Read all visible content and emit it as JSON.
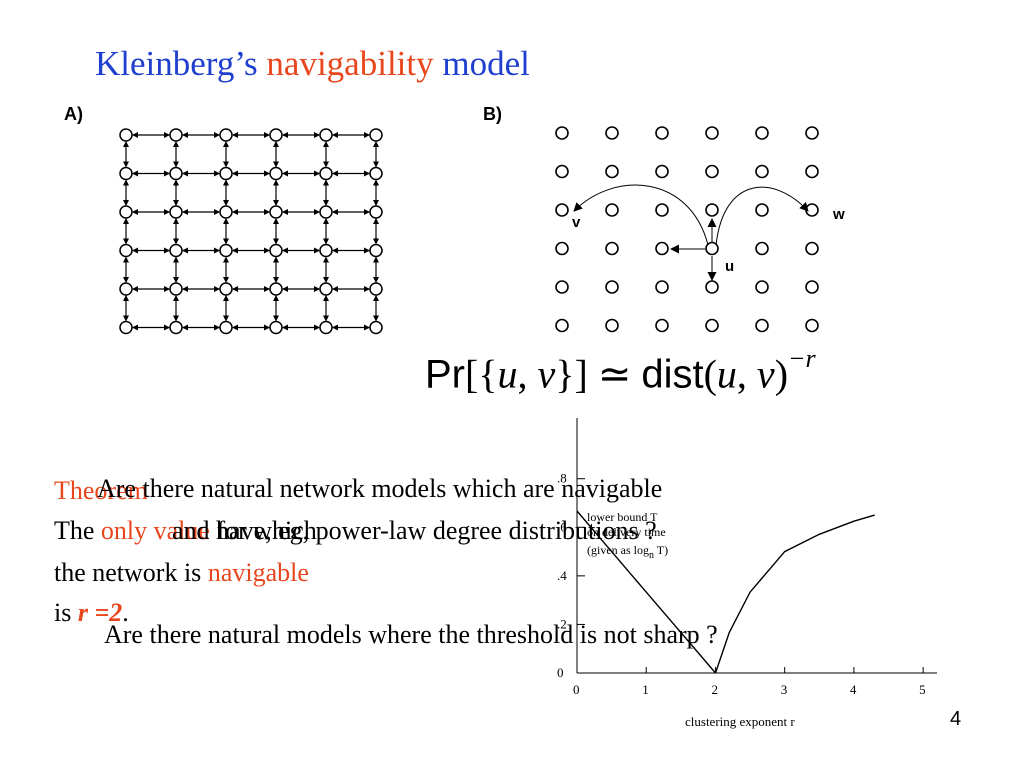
{
  "title": {
    "part1": "Kleinberg’s ",
    "part2": "navigability",
    "part3": " model"
  },
  "panel_a": {
    "label": "A)"
  },
  "panel_b": {
    "label": "B)",
    "node_v": "v",
    "node_w": "w",
    "node_u": "u"
  },
  "formula": {
    "pr": "Pr",
    "lb": "[{",
    "u": "u",
    "comma": ", ",
    "v": "v",
    "rb": "}]",
    "sim": " ≃ ",
    "dist": "dist",
    "lp": "(",
    "u2": "u",
    "comma2": ", ",
    "v2": "v",
    "rp": ")",
    "exp": "−r"
  },
  "theorem": {
    "label": "Theorem",
    "line2_pre": "The ",
    "line2_red": "only value",
    "line2_post": " for which",
    "line3_pre": "the network is ",
    "line3_red": "navigable",
    "line4_pre": "is ",
    "line4_red": "r =2",
    "line4_post": "."
  },
  "question1": {
    "line1": "Are there natural network models which are navigable",
    "line2": "and have, eg, power-law degree distributions ?"
  },
  "question2": "Are there natural models where the threshold is not sharp ?",
  "chart_data": {
    "type": "line",
    "xlabel": "clustering exponent  r",
    "ylabel_lines": [
      "lower bound T",
      "on delivery time",
      "(given as log",
      "n",
      " T)"
    ],
    "x_ticks": [
      0,
      1,
      2,
      3,
      4,
      5
    ],
    "y_tick_labels": [
      "0",
      ".2",
      ".4",
      ".6",
      ".8"
    ],
    "xlim": [
      0,
      5.2
    ],
    "ylim": [
      0,
      1.05
    ],
    "series": [
      {
        "x": [
          0,
          0.5,
          1,
          1.5,
          2
        ],
        "y": [
          0.667,
          0.5,
          0.333,
          0.167,
          0
        ]
      },
      {
        "x": [
          2,
          2.2,
          2.5,
          3,
          3.5,
          4,
          4.3
        ],
        "y": [
          0,
          0.167,
          0.333,
          0.5,
          0.571,
          0.625,
          0.65
        ]
      }
    ]
  },
  "page_number": "4"
}
